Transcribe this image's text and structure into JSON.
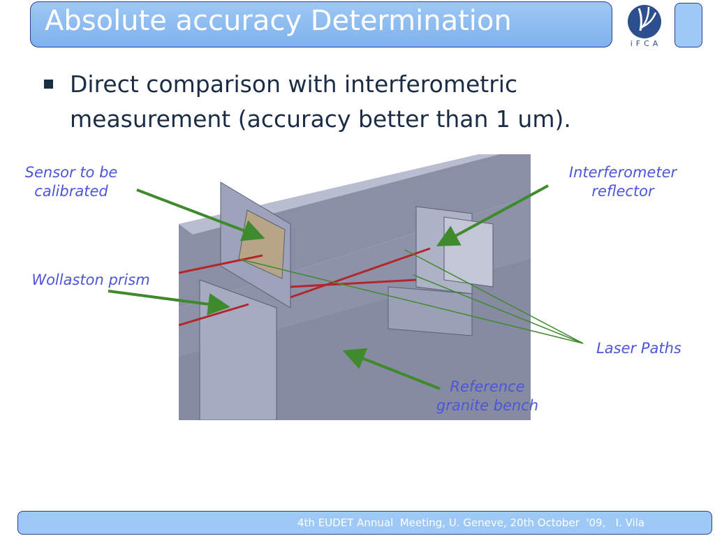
{
  "slide": {
    "title": "Absolute accuracy Determination",
    "logo_text": "iFCA",
    "bullet": "Direct comparison with interferometric measurement (accuracy better than 1 um).",
    "footer": "4th EUDET Annual  Meeting, U. Geneve, 20th October  '09,   I. Vila"
  },
  "labels": {
    "sensor": "Sensor to be calibrated",
    "wollaston": "Wollaston prism",
    "interferometer": "Interferometer reflector",
    "laser": "Laser Paths",
    "granite": "Reference granite bench"
  },
  "colors": {
    "title_bar": "#9ec8f5",
    "title_border": "#2b3f8f",
    "label_text": "#4d55d8",
    "arrow": "#3f8a2c",
    "laser_beam": "#b3262a",
    "granite": "#8a8fa6"
  },
  "icons": {
    "logo": "ifca-logo-icon",
    "bullet": "square-bullet-icon"
  }
}
